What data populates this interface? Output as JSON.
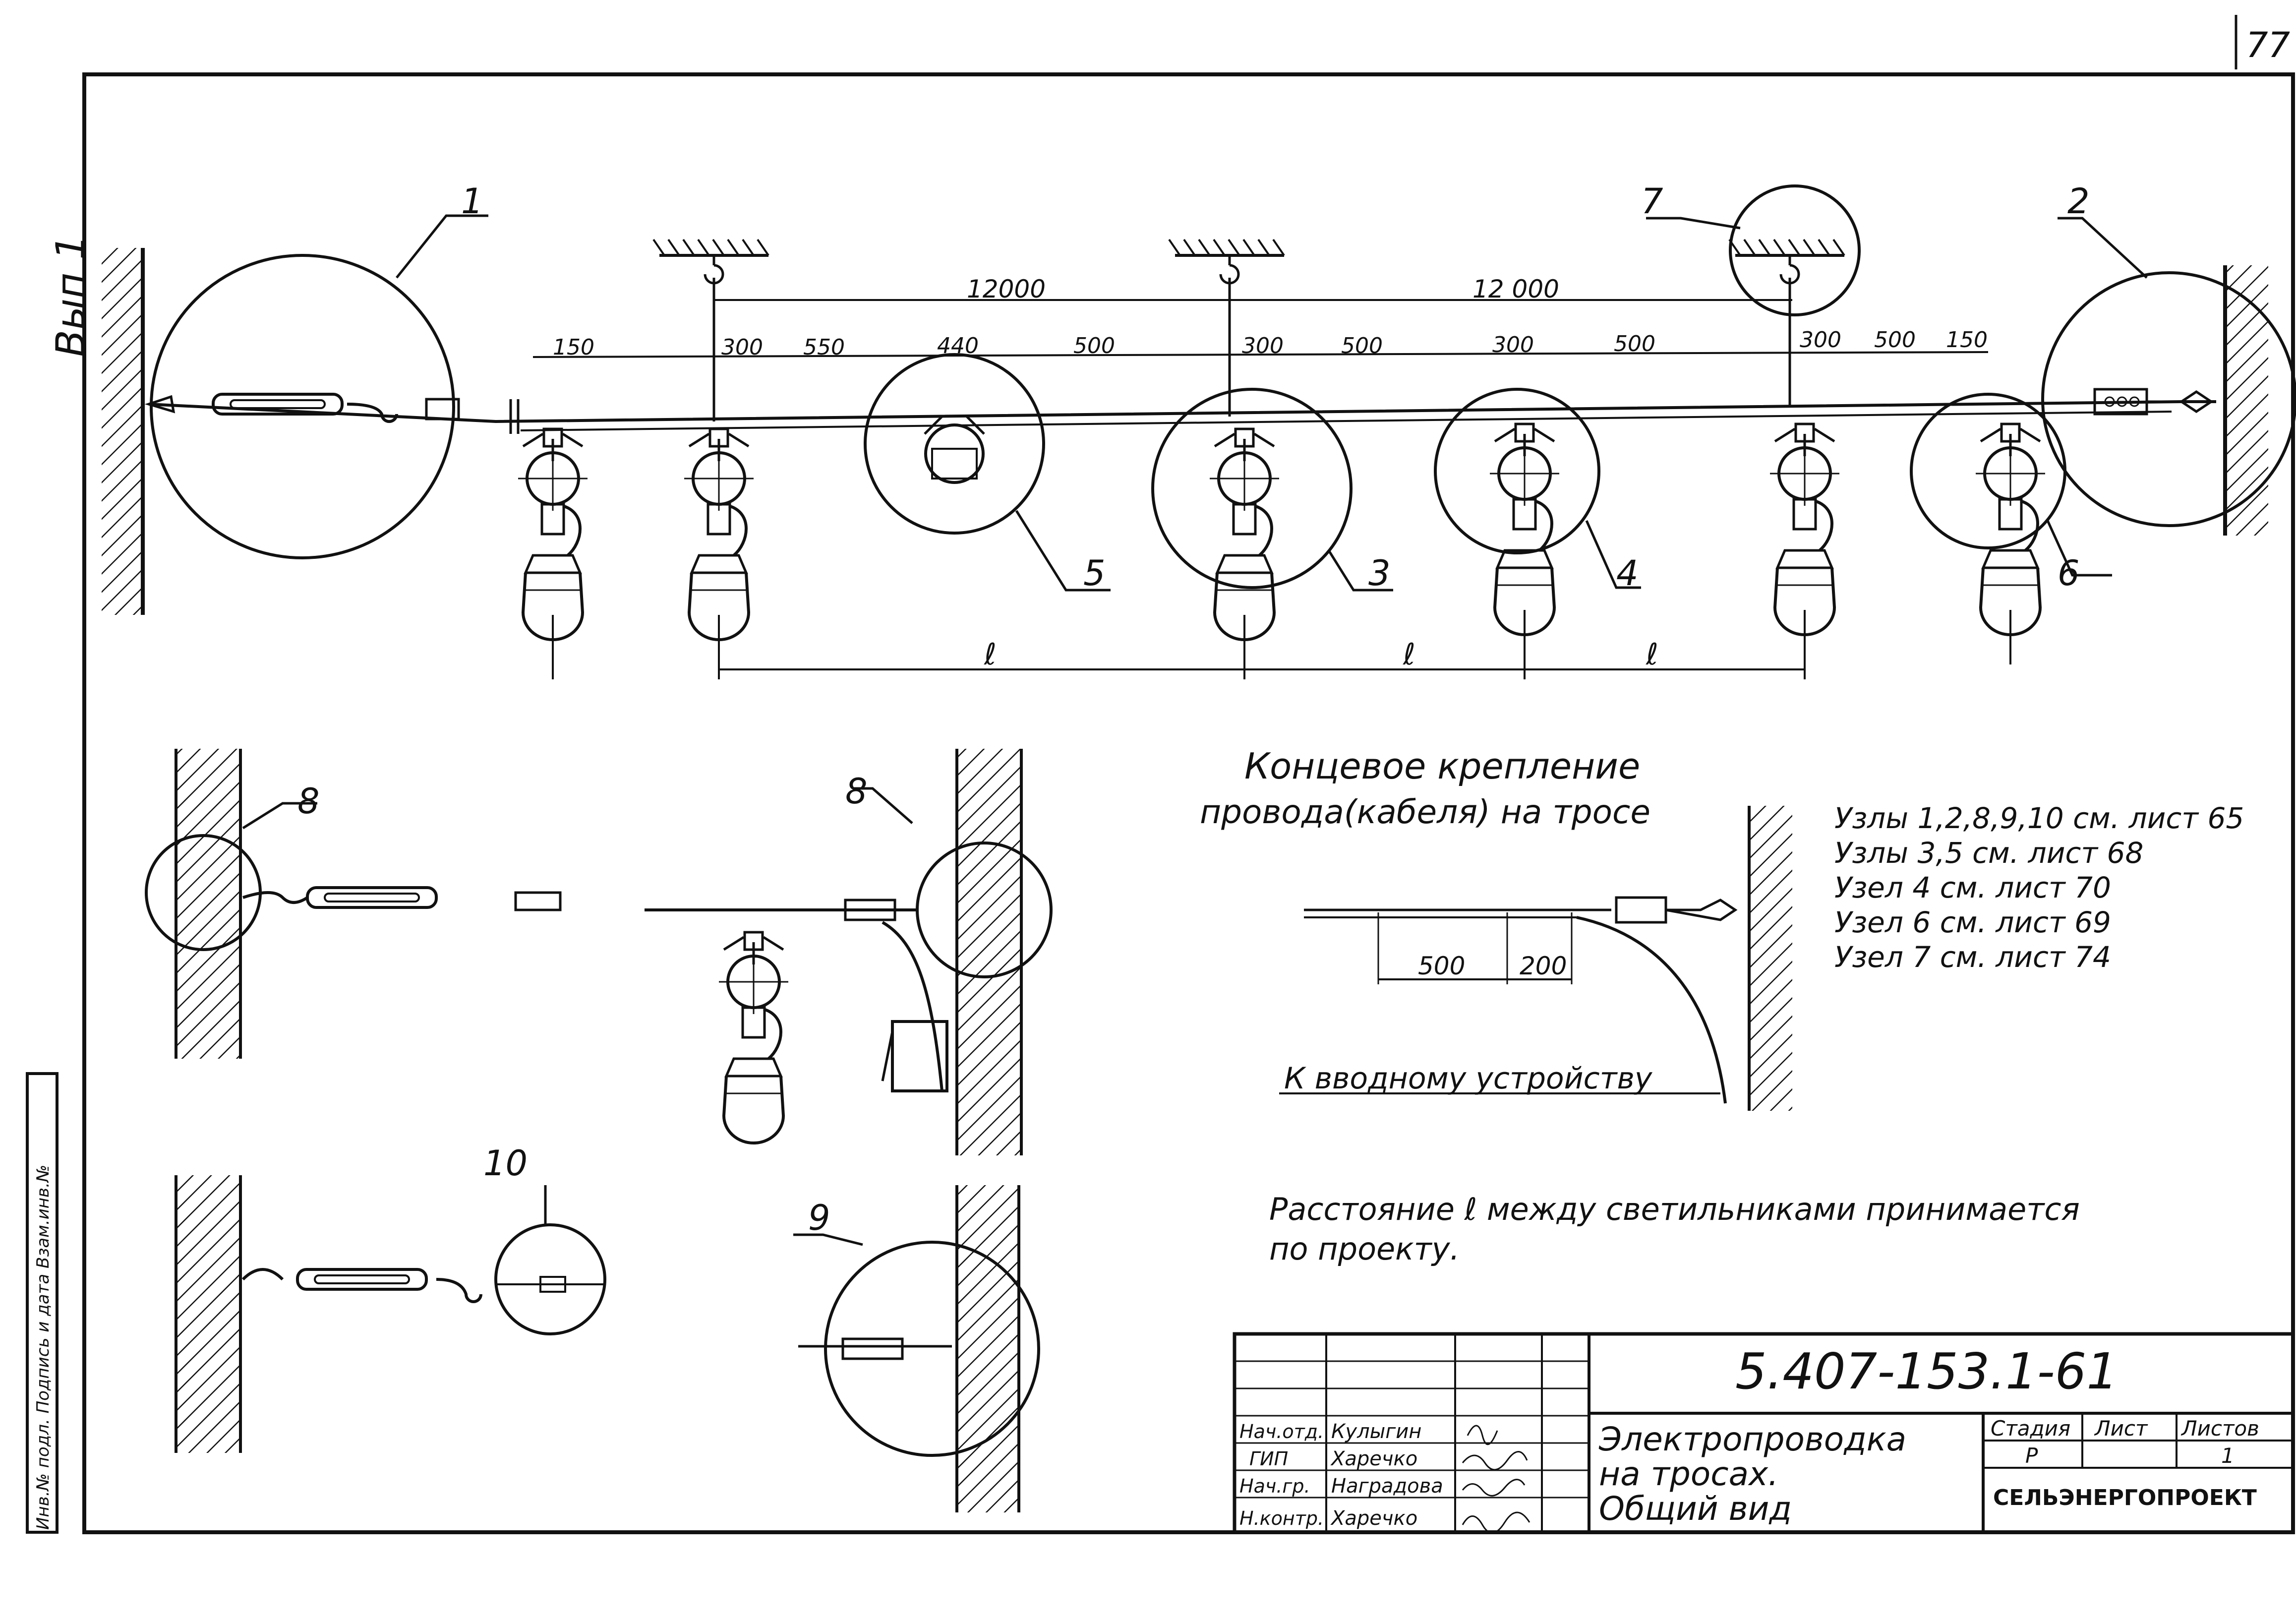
{
  "sheet": {
    "page_number": "77",
    "issue": "Вып 1",
    "side_strip": "Инв.№ подл. Подпись и дата Взам.инв.№"
  },
  "main_view": {
    "node_labels": [
      "1",
      "2",
      "3",
      "4",
      "5",
      "6",
      "7"
    ],
    "span_dims": [
      "12000",
      "12 000"
    ],
    "segment_dims": [
      "150",
      "300",
      "550",
      "440",
      "500",
      "300",
      "500",
      "300",
      "500",
      "300",
      "500",
      "150"
    ],
    "spacing_label": "ℓ"
  },
  "details": {
    "labels": [
      "8",
      "8",
      "9",
      "10"
    ],
    "end_fix_title_line1": "Концевое крепление",
    "end_fix_title_line2": "провода(кабеля) на тросе",
    "end_fix_dims": [
      "500",
      "200"
    ],
    "to_input_device": "К вводному устройству"
  },
  "notes": {
    "references": [
      "Узлы 1,2,8,9,10 см. лист 65",
      "Узлы 3,5 см. лист 68",
      "Узел 4 см. лист 70",
      "Узел 6 см. лист 69",
      "Узел 7 см. лист 74"
    ],
    "spacing_note_line1": "Расстояние ℓ между светильниками принимается",
    "spacing_note_line2": "по проекту."
  },
  "title_block": {
    "doc_code": "5.407-153.1-61",
    "title_line1": "Электропроводка",
    "title_line2": "на тросах.",
    "title_line3": "Общий вид",
    "roles": [
      "Нач.отд.",
      "ГИП",
      "Нач.гр.",
      "Н.контр."
    ],
    "names": [
      "Кулыгин",
      "Харечко",
      "Наградова",
      "Харечко"
    ],
    "col_stage": "Стадия",
    "col_sheet": "Лист",
    "col_sheets": "Листов",
    "stage": "Р",
    "sheet": "1",
    "organization": "СЕЛЬЭНЕРГОПРОЕКТ"
  }
}
